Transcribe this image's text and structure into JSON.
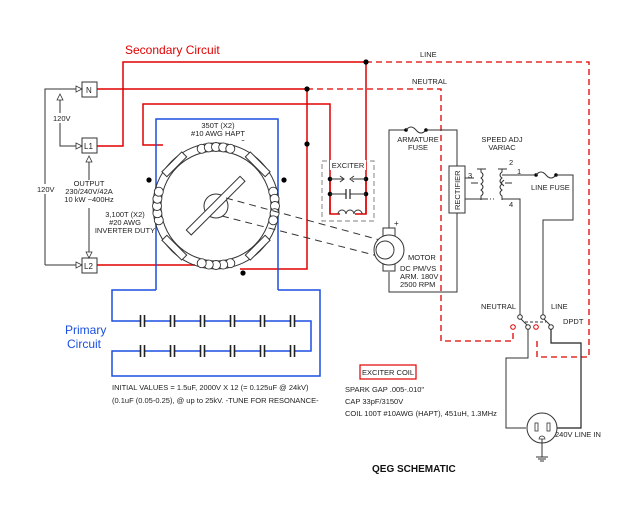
{
  "diagram": {
    "title": "QEG SCHEMATIC",
    "secondary_circuit_label": "Secondary Circuit",
    "primary_circuit_label_line1": "Primary",
    "primary_circuit_label_line2": "Circuit",
    "colors": {
      "secondary": "#e00000",
      "primary": "#1a4fe0",
      "wiring": "#333333",
      "exciter_box": "#999999"
    },
    "terminals": {
      "n": "N",
      "l1": "L1",
      "l2": "L2"
    },
    "voltage_labels": {
      "n_l1": "120V",
      "l1_l2_outer": "120V"
    },
    "output": {
      "line1": "OUTPUT",
      "line2": "230/240V/42A",
      "line3": "10 kW ~400Hz"
    },
    "primary_coil": {
      "line1": "3,100T (X2)",
      "line2": "#20 AWG",
      "line3": "INVERTER DUTY"
    },
    "secondary_coil": {
      "line1": "350T (X2)",
      "line2": "#10 AWG HAPT"
    },
    "exciter": {
      "label": "EXCITER"
    },
    "motor": {
      "label": "MOTOR",
      "spec1": "DC PM/VS",
      "spec2": "ARM. 180V",
      "spec3": "2500 RPM",
      "polarity": "+"
    },
    "armature_fuse": {
      "line1": "ARMATURE",
      "line2": "FUSE"
    },
    "rectifier": {
      "label": "RECTIFIER"
    },
    "variac": {
      "line1": "SPEED ADJ",
      "line2": "VARIAC",
      "pins": [
        "1",
        "2",
        "3",
        "4"
      ]
    },
    "line_fuse": {
      "label": "LINE FUSE"
    },
    "wires": {
      "line": "LINE",
      "neutral": "NEUTRAL"
    },
    "switch": {
      "neutral": "NEUTRAL",
      "line": "LINE",
      "type": "DPDT"
    },
    "plug": {
      "label": "240V LINE IN"
    },
    "notes": {
      "initial_values_1": "INITIAL VALUES = 1.5uF, 2000V X 12 (= 0.125uF @ 24kV)",
      "initial_values_2": "(0.1uF (0.05-0.25), @ up to 25kV. -TUNE FOR RESONANCE-"
    },
    "exciter_coil": {
      "title": "EXCITER COIL",
      "spec1": "SPARK GAP .005-.010\"",
      "spec2": "CAP 33pF/3150V",
      "spec3": "COIL 100T #10AWG (HAPT), 451uH, 1.3MHz"
    },
    "capacitor_count_per_row": 6,
    "capacitor_rows": 2
  }
}
